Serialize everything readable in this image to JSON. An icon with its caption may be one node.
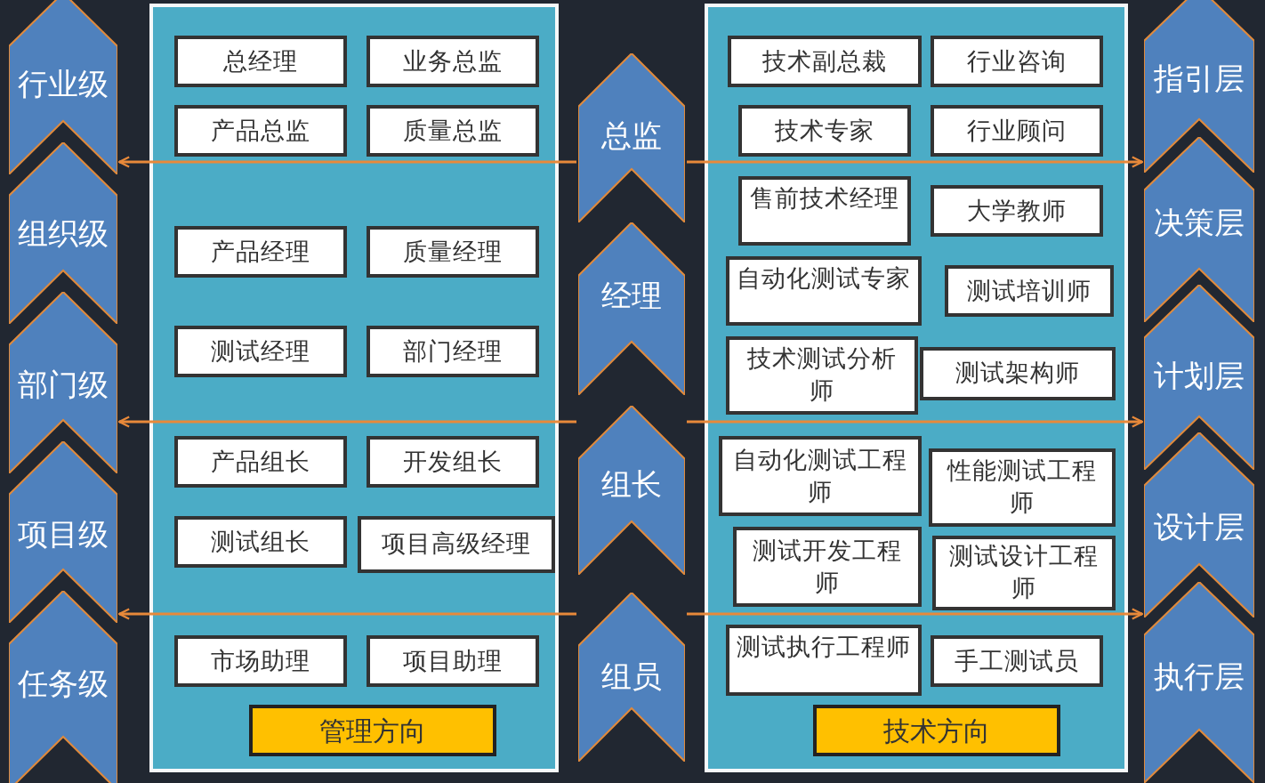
{
  "diagram": {
    "nodes": [
      {
        "text": [
          "行业级"
        ]
      },
      {
        "text": [
          "组织级"
        ]
      },
      {
        "text": [
          "部门级"
        ]
      },
      {
        "text": [
          "项目级"
        ]
      },
      {
        "text": [
          "任务级"
        ]
      },
      {
        "text": [],
        "shape": "box"
      },
      {
        "text": [
          "总经理"
        ],
        "in": 5
      },
      {
        "text": [
          "业务总监"
        ],
        "in": 5
      },
      {
        "text": [
          "产品总监"
        ],
        "in": 5
      },
      {
        "text": [
          "质量总监"
        ],
        "in": 5
      },
      {
        "text": [
          "产品经理"
        ],
        "in": 5
      },
      {
        "text": [
          "质量经理"
        ],
        "in": 5
      },
      {
        "text": [
          "测试经理"
        ],
        "in": 5
      },
      {
        "text": [
          "部门经理"
        ],
        "in": 5
      },
      {
        "text": [
          "产品组长"
        ],
        "in": 5
      },
      {
        "text": [
          "开发组长"
        ],
        "in": 5
      },
      {
        "text": [
          "测试组长"
        ],
        "in": 5
      },
      {
        "text": [
          "项目高级经理"
        ],
        "in": 5
      },
      {
        "text": [
          "市场助理"
        ],
        "in": 5
      },
      {
        "text": [
          "项目助理"
        ],
        "in": 5
      },
      {
        "text": [
          "管理方向"
        ],
        "in": 5
      },
      {
        "text": [
          "总监"
        ]
      },
      {
        "text": [
          "经理"
        ]
      },
      {
        "text": [
          "组长"
        ]
      },
      {
        "text": [
          "组员"
        ]
      },
      {
        "text": [],
        "shape": "box"
      },
      {
        "text": [
          "技术副总裁"
        ],
        "in": 25
      },
      {
        "text": [
          "行业咨询"
        ],
        "in": 25
      },
      {
        "text": [
          "技术专家"
        ],
        "in": 25
      },
      {
        "text": [
          "行业顾问"
        ],
        "in": 25
      },
      {
        "text": [
          "售前技术经理"
        ],
        "in": 25
      },
      {
        "text": [
          "大学教师"
        ],
        "in": 25
      },
      {
        "text": [
          "自动化测试专家"
        ],
        "in": 25
      },
      {
        "text": [
          "测试培训师"
        ],
        "in": 25
      },
      {
        "text": [
          "技术测试分析师"
        ],
        "in": 25
      },
      {
        "text": [
          "测试架构师"
        ],
        "in": 25
      },
      {
        "text": [
          "自动化测试工程师"
        ],
        "in": 25
      },
      {
        "text": [
          "性能测试工程师"
        ],
        "in": 25
      },
      {
        "text": [
          "测试开发工程师"
        ],
        "in": 25
      },
      {
        "text": [
          "测试设计工程师"
        ],
        "in": 25
      },
      {
        "text": [
          "测试执行工程师"
        ],
        "in": 25
      },
      {
        "text": [
          "手工测试员"
        ],
        "in": 25
      },
      {
        "text": [
          "技术方向"
        ],
        "in": 25
      },
      {
        "text": [
          "指引层"
        ]
      },
      {
        "text": [
          "决策层"
        ]
      },
      {
        "text": [
          "计划层"
        ]
      },
      {
        "text": [
          "设计层"
        ]
      },
      {
        "text": [
          "执行层"
        ]
      }
    ],
    "edges": [
      {
        "from": 21,
        "to": 0,
        "arrow": "to"
      },
      {
        "from": 21,
        "to": 43,
        "arrow": "to"
      },
      {
        "from": 23,
        "to": 2,
        "arrow": "to"
      },
      {
        "from": 23,
        "to": 45,
        "arrow": "to"
      },
      {
        "from": 24,
        "to": 3,
        "arrow": "to"
      },
      {
        "from": 24,
        "to": 46,
        "arrow": "to"
      }
    ]
  }
}
